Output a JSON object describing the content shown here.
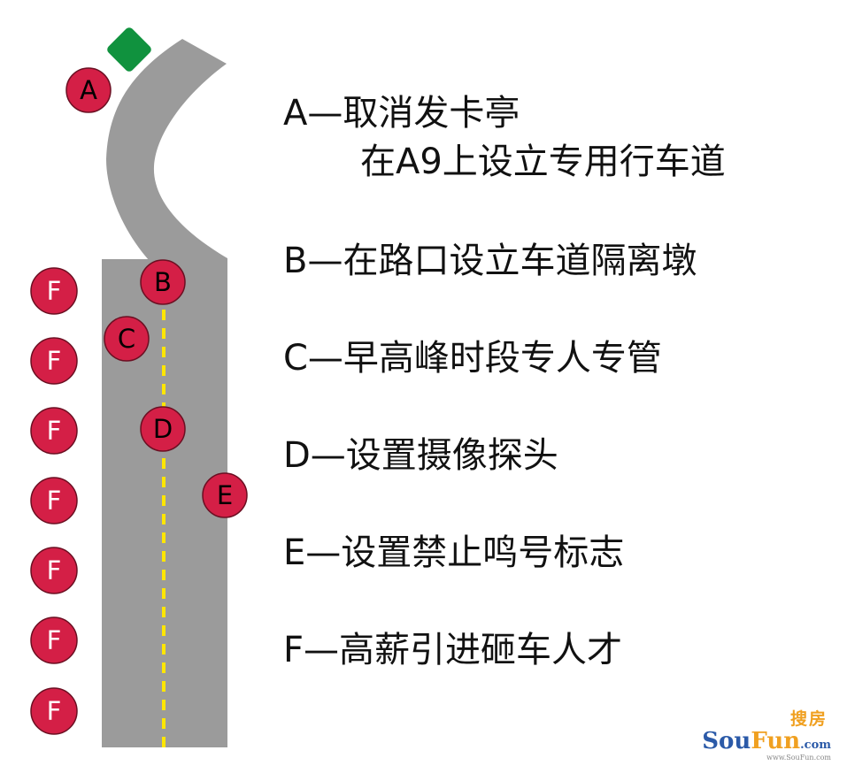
{
  "colors": {
    "road": "#9b9b9b",
    "lane_line": "#ffe600",
    "marker_fill": "#d41f46",
    "marker_stroke": "#6b0f22",
    "booth": "#10923e",
    "text": "#111111",
    "watermark_blue": "#2b5aa8",
    "watermark_orange": "#f0a020"
  },
  "markers": {
    "a": "A",
    "b": "B",
    "c": "C",
    "d": "D",
    "e": "E",
    "f": [
      "F",
      "F",
      "F",
      "F",
      "F",
      "F",
      "F"
    ]
  },
  "legend": {
    "a_line1": "A—取消发卡亭",
    "a_line2": "在A9上设立专用行车道",
    "b": "B—在路口设立车道隔离墩",
    "c": "C—早高峰时段专人专管",
    "d": "D—设置摄像探头",
    "e": "E—设置禁止鸣号标志",
    "f": "F—高薪引进砸车人才"
  },
  "watermark": {
    "chinese": "搜房",
    "brand_part1": "Sou",
    "brand_part2": "Fun",
    "brand_suffix": ".com",
    "url": "www.SouFun.com"
  }
}
